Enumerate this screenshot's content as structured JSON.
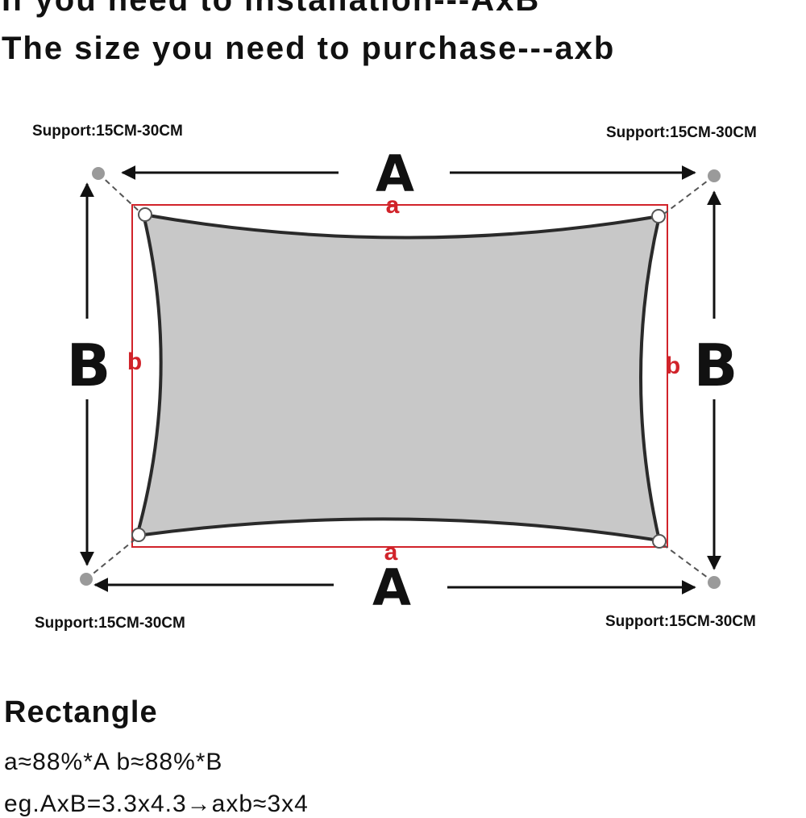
{
  "header": {
    "line1": "If you need to installation---AxB",
    "line2": "The size you need to purchase---axb"
  },
  "diagram": {
    "support_label": "Support:15CM-30CM",
    "install_width": "A",
    "install_height": "B",
    "purchase_width": "a",
    "purchase_height": "b",
    "colors": {
      "shade_fill": "#c8c8c8",
      "shade_edge": "#2a2a2a",
      "purchase_outline": "#d1232a",
      "support_point": "#9a9a9a",
      "arrow": "#111111"
    }
  },
  "footer": {
    "shape": "Rectangle",
    "formula": "a≈88%*A b≈88%*B",
    "example": "eg.AxB=3.3x4.3→axb≈3x4"
  }
}
